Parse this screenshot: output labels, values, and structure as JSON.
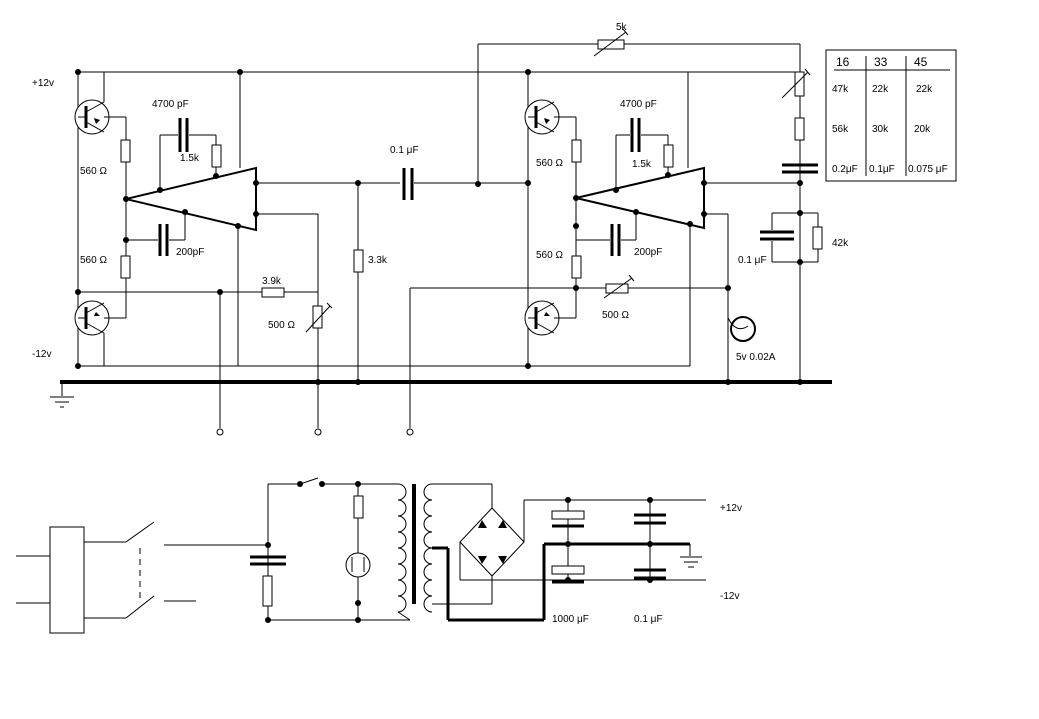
{
  "rails": {
    "pos": "+12v",
    "neg": "-12v"
  },
  "amp1": {
    "r_top": "560 Ω",
    "r_bot": "560 Ω",
    "c_fb": "4700 pF",
    "r_fb": "1.5k",
    "c_comp": "200pF",
    "r_bias": "3.9k",
    "pot": "500 Ω"
  },
  "mid": {
    "c_couple": "0.1 μF",
    "r_shunt": "3.3k"
  },
  "amp2": {
    "r_top": "560 Ω",
    "r_bot": "560 Ω",
    "c_fb": "4700 pF",
    "r_fb": "1.5k",
    "c_comp": "200pF",
    "pot": "500 Ω",
    "fb_pot": "5k"
  },
  "out": {
    "c_out": "0.1 μF",
    "r_out": "42k",
    "lamp": "5v  0.02A"
  },
  "table": {
    "header": [
      "16",
      "33",
      "45"
    ],
    "rows": [
      [
        "47k",
        "22k",
        "22k"
      ],
      [
        "56k",
        "30k",
        "20k"
      ],
      [
        "0.2μF",
        "0.1μF",
        "0.075 μF"
      ]
    ]
  },
  "psu": {
    "pos": "+12v",
    "neg": "-12v",
    "c_big": "1000 μF",
    "c_small": "0.1 μF"
  }
}
